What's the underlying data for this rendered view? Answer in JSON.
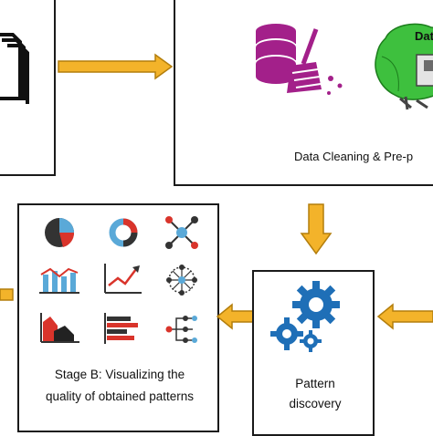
{
  "diagram": {
    "boxes": {
      "cleaning": {
        "label": "Data Cleaning & Pre-p"
      },
      "stage_b": {
        "label": "Stage B: Visualizing the quality of obtained patterns"
      },
      "discovery": {
        "label": "Pattern discovery"
      }
    },
    "icons": {
      "database_label": "Dat"
    },
    "colors": {
      "arrow": "#f3b32a",
      "arrow_stroke": "#b37e0c",
      "gear": "#1f6fb7",
      "database": "#a3208a",
      "cloud": "#3ec03e"
    }
  }
}
